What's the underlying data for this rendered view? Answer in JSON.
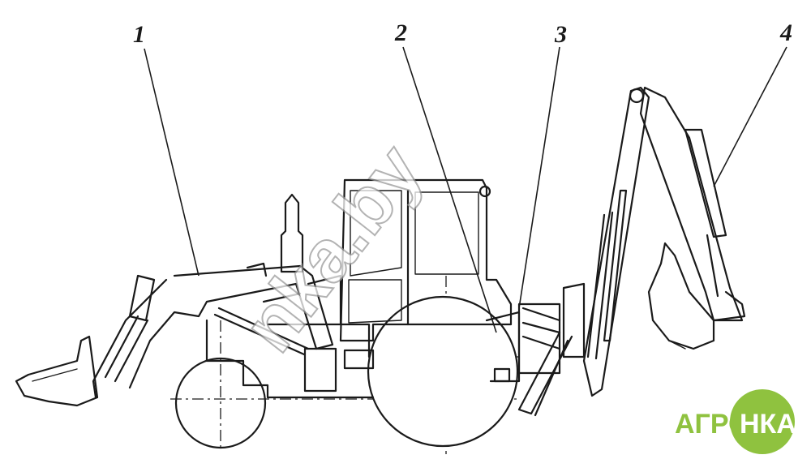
{
  "callouts": [
    {
      "label": "1"
    },
    {
      "label": "2"
    },
    {
      "label": "3"
    },
    {
      "label": "4"
    }
  ],
  "watermark": {
    "text": "nka.by"
  },
  "logo": {
    "left_text": "АГРО",
    "right_text": "НКА",
    "color_left": "#8fc23f",
    "color_circle": "#8fc23f"
  }
}
